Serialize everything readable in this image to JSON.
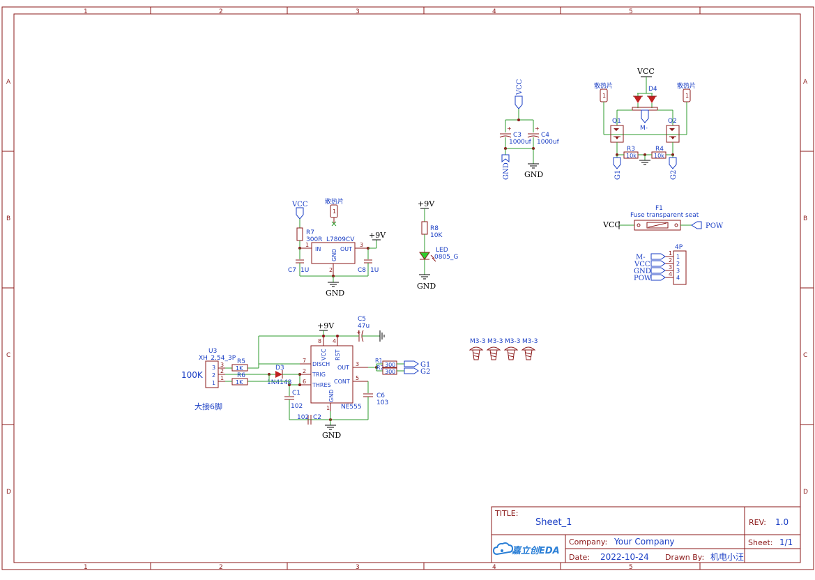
{
  "ruler": {
    "columns": [
      "1",
      "2",
      "3",
      "4",
      "5"
    ],
    "rows": [
      "A",
      "B",
      "C",
      "D"
    ]
  },
  "title_block": {
    "title_label": "TITLE:",
    "title": "Sheet_1",
    "rev_label": "REV:",
    "rev": "1.0",
    "company_label": "Company:",
    "company": "Your Company",
    "sheet_label": "Sheet:",
    "sheet": "1/1",
    "date_label": "Date:",
    "date": "2022-10-24",
    "drawn_label": "Drawn By:",
    "drawn_by": "机电小汪",
    "logo_text": "嘉立创EDA"
  },
  "regulator": {
    "vcc": "VCC",
    "r7_ref": "R7",
    "r7_val": "300R",
    "ic_part": "L7809CV",
    "pin_in": "IN",
    "pin_out": "OUT",
    "pin_gnd": "GND",
    "pin1": "1",
    "pin2": "2",
    "pin3": "3",
    "heatsink": "散热片",
    "heatsink_pin": "1",
    "out_net": "+9V",
    "c7_ref": "C7",
    "c7_val": "1U",
    "c8_ref": "C8",
    "c8_val": "1U",
    "gnd": "GND"
  },
  "led_branch": {
    "net": "+9V",
    "r8_ref": "R8",
    "r8_val": "10K",
    "led_ref": "LED",
    "led_val": "0805_G",
    "gnd": "GND"
  },
  "bulk_caps": {
    "vcc": "VCC",
    "c3_ref": "C3",
    "c3_val": "1000uf",
    "c4_ref": "C4",
    "c4_val": "1000uf",
    "gnd_port": "GND",
    "gnd": "GND",
    "plus": "+"
  },
  "mosfet_stage": {
    "vcc": "VCC",
    "d4_ref": "D4",
    "heatsink_left": "散热片",
    "heatsink_right": "散热片",
    "heatsink_pin": "1",
    "m_minus": "M-",
    "q1_ref": "Q1",
    "q2_ref": "Q2",
    "r3_ref": "R3",
    "r3_val": "10k",
    "r4_ref": "R4",
    "r4_val": "10k",
    "g1": "G1",
    "g2": "G2"
  },
  "fuse": {
    "ref": "F1",
    "val": "Fuse transparent seat",
    "vcc": "VCC",
    "pow": "POW"
  },
  "connector_4p": {
    "ref": "4P",
    "pins": [
      "1",
      "2",
      "3",
      "4"
    ],
    "nets": [
      "M-",
      "VCC",
      "GND",
      "POW"
    ]
  },
  "timer": {
    "net_9v": "+9V",
    "c5_ref": "C5",
    "c5_val": "47u",
    "u3_ref": "U3",
    "u3_val": "XH_2.54_3P",
    "u3_pins": [
      "3",
      "2",
      "1"
    ],
    "pot_label": "100K",
    "note": "大接6脚",
    "r5_ref": "R5",
    "r5_val": "1K",
    "r6_ref": "R6",
    "r6_val": "1K",
    "d3_ref": "D3",
    "d3_val": "1N4148",
    "c1_ref": "C1",
    "c1_val": "102",
    "c2_ref": "C2",
    "c2_val": "102",
    "ic_part": "NE555",
    "pin_vcc": "VCC",
    "pin_rst": "RST",
    "pin_disch": "DISCH",
    "pin_trig": "TRIG",
    "pin_thres": "THRES",
    "pin_out": "OUT",
    "pin_cont": "CONT",
    "pin_gnd": "GND",
    "pin8": "8",
    "pin4": "4",
    "pin7": "7",
    "pin2": "2",
    "pin6": "6",
    "pin3": "3",
    "pin5": "5",
    "pin1": "1",
    "r1_ref": "R1",
    "r2_ref": "R2",
    "r1_val": "300",
    "r2_val": "300",
    "g1": "G1",
    "g2": "G2",
    "c6_ref": "C6",
    "c6_val": "103",
    "gnd": "GND",
    "plus": "+"
  },
  "screws": {
    "labels": [
      "M3-3",
      "M3-3",
      "M3-3",
      "M3-3"
    ]
  }
}
